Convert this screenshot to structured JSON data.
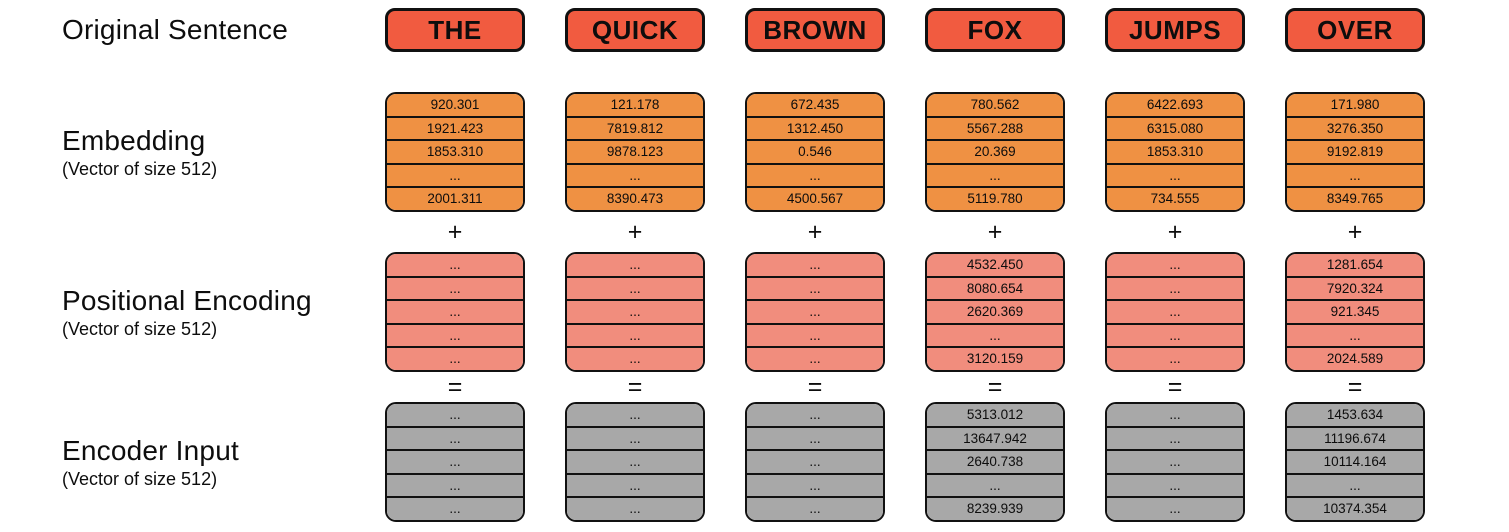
{
  "row_labels": {
    "sentence": "Original Sentence",
    "embedding": {
      "title": "Embedding",
      "subtitle": "(Vector of size 512)"
    },
    "positional": {
      "title": "Positional Encoding",
      "subtitle": "(Vector of size 512)"
    },
    "encoder": {
      "title": "Encoder Input",
      "subtitle": "(Vector of size 512)"
    }
  },
  "operators": {
    "plus": "+",
    "equals": "="
  },
  "colors": {
    "word_box": "#f15b40",
    "embedding": "#ef9143",
    "positional": "#f18d7d",
    "encoder": "#a8a8a8",
    "border": "#111111"
  },
  "columns": [
    {
      "word": "THE",
      "embedding": [
        "920.301",
        "1921.423",
        "1853.310",
        "...",
        "2001.311"
      ],
      "positional": [
        "...",
        "...",
        "...",
        "...",
        "..."
      ],
      "encoder": [
        "...",
        "...",
        "...",
        "...",
        "..."
      ]
    },
    {
      "word": "QUICK",
      "embedding": [
        "121.178",
        "7819.812",
        "9878.123",
        "...",
        "8390.473"
      ],
      "positional": [
        "...",
        "...",
        "...",
        "...",
        "..."
      ],
      "encoder": [
        "...",
        "...",
        "...",
        "...",
        "..."
      ]
    },
    {
      "word": "BROWN",
      "embedding": [
        "672.435",
        "1312.450",
        "0.546",
        "...",
        "4500.567"
      ],
      "positional": [
        "...",
        "...",
        "...",
        "...",
        "..."
      ],
      "encoder": [
        "...",
        "...",
        "...",
        "...",
        "..."
      ]
    },
    {
      "word": "FOX",
      "embedding": [
        "780.562",
        "5567.288",
        "20.369",
        "...",
        "5119.780"
      ],
      "positional": [
        "4532.450",
        "8080.654",
        "2620.369",
        "...",
        "3120.159"
      ],
      "encoder": [
        "5313.012",
        "13647.942",
        "2640.738",
        "...",
        "8239.939"
      ]
    },
    {
      "word": "JUMPS",
      "embedding": [
        "6422.693",
        "6315.080",
        "1853.310",
        "...",
        "734.555"
      ],
      "positional": [
        "...",
        "...",
        "...",
        "...",
        "..."
      ],
      "encoder": [
        "...",
        "...",
        "...",
        "...",
        "..."
      ]
    },
    {
      "word": "OVER",
      "embedding": [
        "171.980",
        "3276.350",
        "9192.819",
        "...",
        "8349.765"
      ],
      "positional": [
        "1281.654",
        "7920.324",
        "921.345",
        "...",
        "2024.589"
      ],
      "encoder": [
        "1453.634",
        "11196.674",
        "10114.164",
        "...",
        "10374.354"
      ]
    }
  ]
}
